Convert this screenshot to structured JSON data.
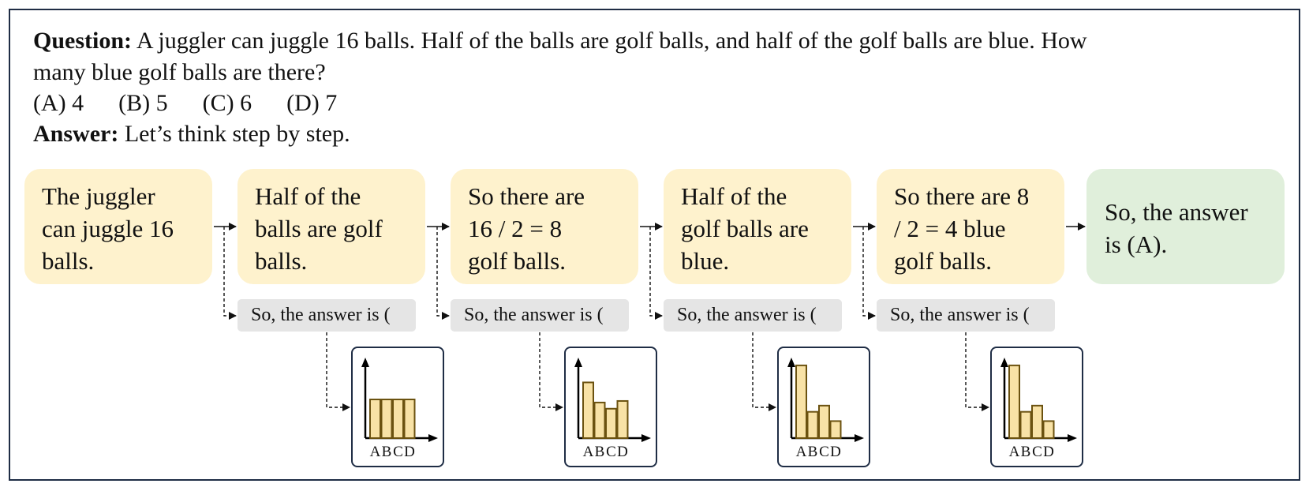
{
  "question": {
    "label": "Question:",
    "line1": "A juggler can juggle 16 balls. Half of the balls are golf balls, and half of the golf balls are blue. How",
    "line2": "many blue golf balls are there?",
    "options": [
      "(A) 4",
      "(B) 5",
      "(C) 6",
      "(D) 7"
    ]
  },
  "answer": {
    "label": "Answer:",
    "text": "Let’s think step by step."
  },
  "steps": [
    {
      "lines": [
        "The juggler",
        "can juggle 16",
        "balls."
      ]
    },
    {
      "lines": [
        "Half of the",
        "balls are golf",
        "balls."
      ]
    },
    {
      "lines": [
        "So there are",
        "16 / 2 = 8",
        "golf balls."
      ]
    },
    {
      "lines": [
        "Half of the",
        "golf balls are",
        "blue."
      ]
    },
    {
      "lines": [
        "So there are 8",
        "/ 2 = 4 blue",
        "golf balls."
      ]
    }
  ],
  "final": {
    "lines": [
      "So, the answer",
      "is (A)."
    ]
  },
  "prompt_text": "So, the answer is (",
  "chart_data": [
    {
      "type": "bar",
      "categories": [
        "A",
        "B",
        "C",
        "D"
      ],
      "values": [
        0.25,
        0.25,
        0.25,
        0.25
      ],
      "xlabel": "",
      "ylabel": ""
    },
    {
      "type": "bar",
      "categories": [
        "A",
        "B",
        "C",
        "D"
      ],
      "values": [
        0.36,
        0.23,
        0.19,
        0.24
      ],
      "xlabel": "",
      "ylabel": ""
    },
    {
      "type": "bar",
      "categories": [
        "A",
        "B",
        "C",
        "D"
      ],
      "values": [
        0.47,
        0.17,
        0.21,
        0.11
      ],
      "xlabel": "",
      "ylabel": ""
    },
    {
      "type": "bar",
      "categories": [
        "A",
        "B",
        "C",
        "D"
      ],
      "values": [
        0.47,
        0.17,
        0.21,
        0.11
      ],
      "xlabel": "",
      "ylabel": ""
    }
  ],
  "colors": {
    "step_bg": "#fef2cd",
    "final_bg": "#e0efdb",
    "prompt_bg": "#e5e5e5",
    "bar_fill": "#f8e2a6",
    "bar_stroke": "#6b5210",
    "frame": "#1f2d45"
  }
}
